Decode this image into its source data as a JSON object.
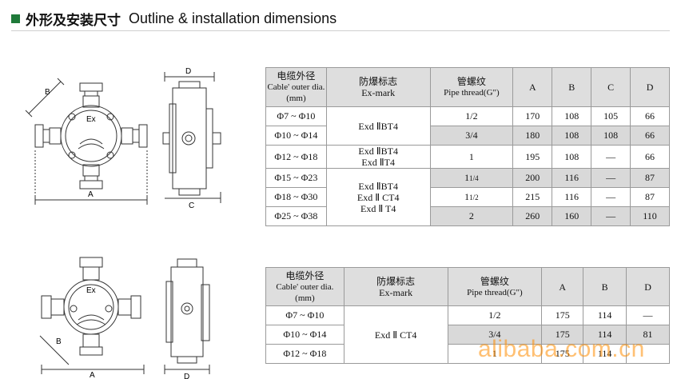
{
  "header": {
    "title_zh": "外形及安装尺寸",
    "title_en": "Outline & installation dimensions"
  },
  "drawings": {
    "top_front": {
      "labels": [
        "B",
        "Ex",
        "A"
      ]
    },
    "top_side": {
      "labels": [
        "D",
        "C"
      ]
    },
    "bottom_front": {
      "labels": [
        "Ex",
        "B",
        "A"
      ]
    },
    "bottom_side": {
      "labels": [
        "D"
      ]
    }
  },
  "table1": {
    "headers": {
      "cable_zh": "电缆外径",
      "cable_en": "Cable' outer dia.",
      "cable_unit": "(mm)",
      "mark_zh": "防爆标志",
      "mark_en": "Ex-mark",
      "thread_zh": "管螺纹",
      "thread_en": "Pipe thread(G\")",
      "a": "A",
      "b": "B",
      "c": "C",
      "d": "D"
    },
    "marks": {
      "g1": "Exd ⅡBT4",
      "g2a": "Exd ⅡBT4",
      "g2b": "Exd ⅡT4",
      "g3a": "Exd ⅡBT4",
      "g3b": "Exd Ⅱ CT4",
      "g3c": "Exd Ⅱ T4"
    },
    "rows": [
      {
        "cable": "Φ7 ~ Φ10",
        "thread": "1/2",
        "a": "170",
        "b": "108",
        "c": "105",
        "d": "66"
      },
      {
        "cable": "Φ10 ~ Φ14",
        "thread": "3/4",
        "a": "180",
        "b": "108",
        "c": "108",
        "d": "66"
      },
      {
        "cable": "Φ12 ~ Φ18",
        "thread": "1",
        "a": "195",
        "b": "108",
        "c": "—",
        "d": "66"
      },
      {
        "cable": "Φ15 ~ Φ23",
        "thread_main": "1",
        "thread_frac": "1/4",
        "a": "200",
        "b": "116",
        "c": "—",
        "d": "87"
      },
      {
        "cable": "Φ18 ~ Φ30",
        "thread_main": "1",
        "thread_frac": "1/2",
        "a": "215",
        "b": "116",
        "c": "—",
        "d": "87"
      },
      {
        "cable": "Φ25 ~ Φ38",
        "thread": "2",
        "a": "260",
        "b": "160",
        "c": "—",
        "d": "110"
      }
    ]
  },
  "table2": {
    "headers": {
      "cable_zh": "电缆外径",
      "cable_en": "Cable' outer dia.",
      "cable_unit": "(mm)",
      "mark_zh": "防爆标志",
      "mark_en": "Ex-mark",
      "thread_zh": "管螺纹",
      "thread_en": "Pipe thread(G\")",
      "a": "A",
      "b": "B",
      "d": "D"
    },
    "mark": "Exd Ⅱ CT4",
    "rows": [
      {
        "cable": "Φ7 ~ Φ10",
        "thread": "1/2",
        "a": "175",
        "b": "114",
        "d": "—"
      },
      {
        "cable": "Φ10 ~ Φ14",
        "thread": "3/4",
        "a": "175",
        "b": "114",
        "d": "81"
      },
      {
        "cable": "Φ12 ~ Φ18",
        "thread": "1",
        "a": "175",
        "b": "114",
        "d": ""
      }
    ]
  },
  "watermark": "alibaba.com.cn",
  "colors": {
    "accent": "#1f7a3a",
    "header_bg": "#dedede",
    "row_shade": "#d9d9d9",
    "watermark": "#ff8c00"
  }
}
